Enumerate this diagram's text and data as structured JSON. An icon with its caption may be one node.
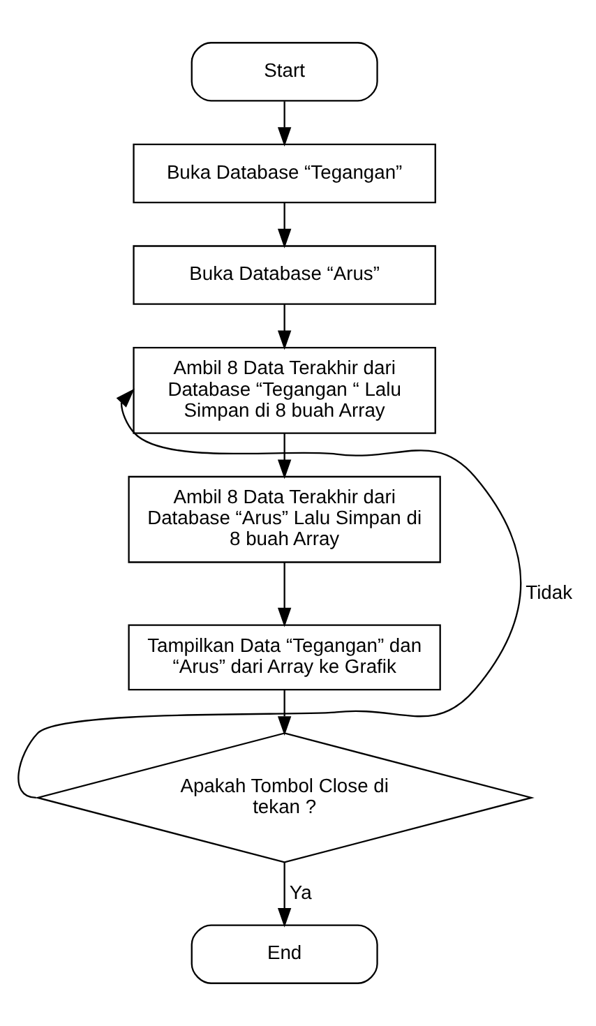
{
  "diagram": {
    "nodes": [
      {
        "text": [
          "Start"
        ]
      },
      {
        "text": [
          "Buka Database “Tegangan”"
        ]
      },
      {
        "text": [
          "Buka Database “Arus”"
        ]
      },
      {
        "text": [
          "Ambil 8 Data Terakhir dari Database “Tegangan “ Lalu Simpan di 8 buah Array"
        ]
      },
      {
        "text": [
          "Ambil 8 Data Terakhir dari Database “Arus” Lalu Simpan di 8 buah Array"
        ]
      },
      {
        "text": [
          "Tampilkan Data “Tegangan” dan “Arus” dari Array ke Grafik"
        ]
      },
      {
        "text": [
          "Apakah Tombol Close di tekan ?"
        ]
      },
      {
        "text": [
          "End"
        ]
      }
    ],
    "edges": [
      {
        "from": 0,
        "to": 1,
        "arrow": "to"
      },
      {
        "from": 1,
        "to": 2,
        "arrow": "to"
      },
      {
        "from": 2,
        "to": 3,
        "arrow": "to"
      },
      {
        "from": 3,
        "to": 4,
        "arrow": "to"
      },
      {
        "from": 4,
        "to": 5,
        "arrow": "to"
      },
      {
        "from": 5,
        "to": 6,
        "arrow": "to"
      },
      {
        "from": 6,
        "to": 3,
        "arrow": "to",
        "label": "Tidak"
      },
      {
        "from": 6,
        "to": 7,
        "arrow": "to",
        "label": "Ya"
      }
    ]
  }
}
